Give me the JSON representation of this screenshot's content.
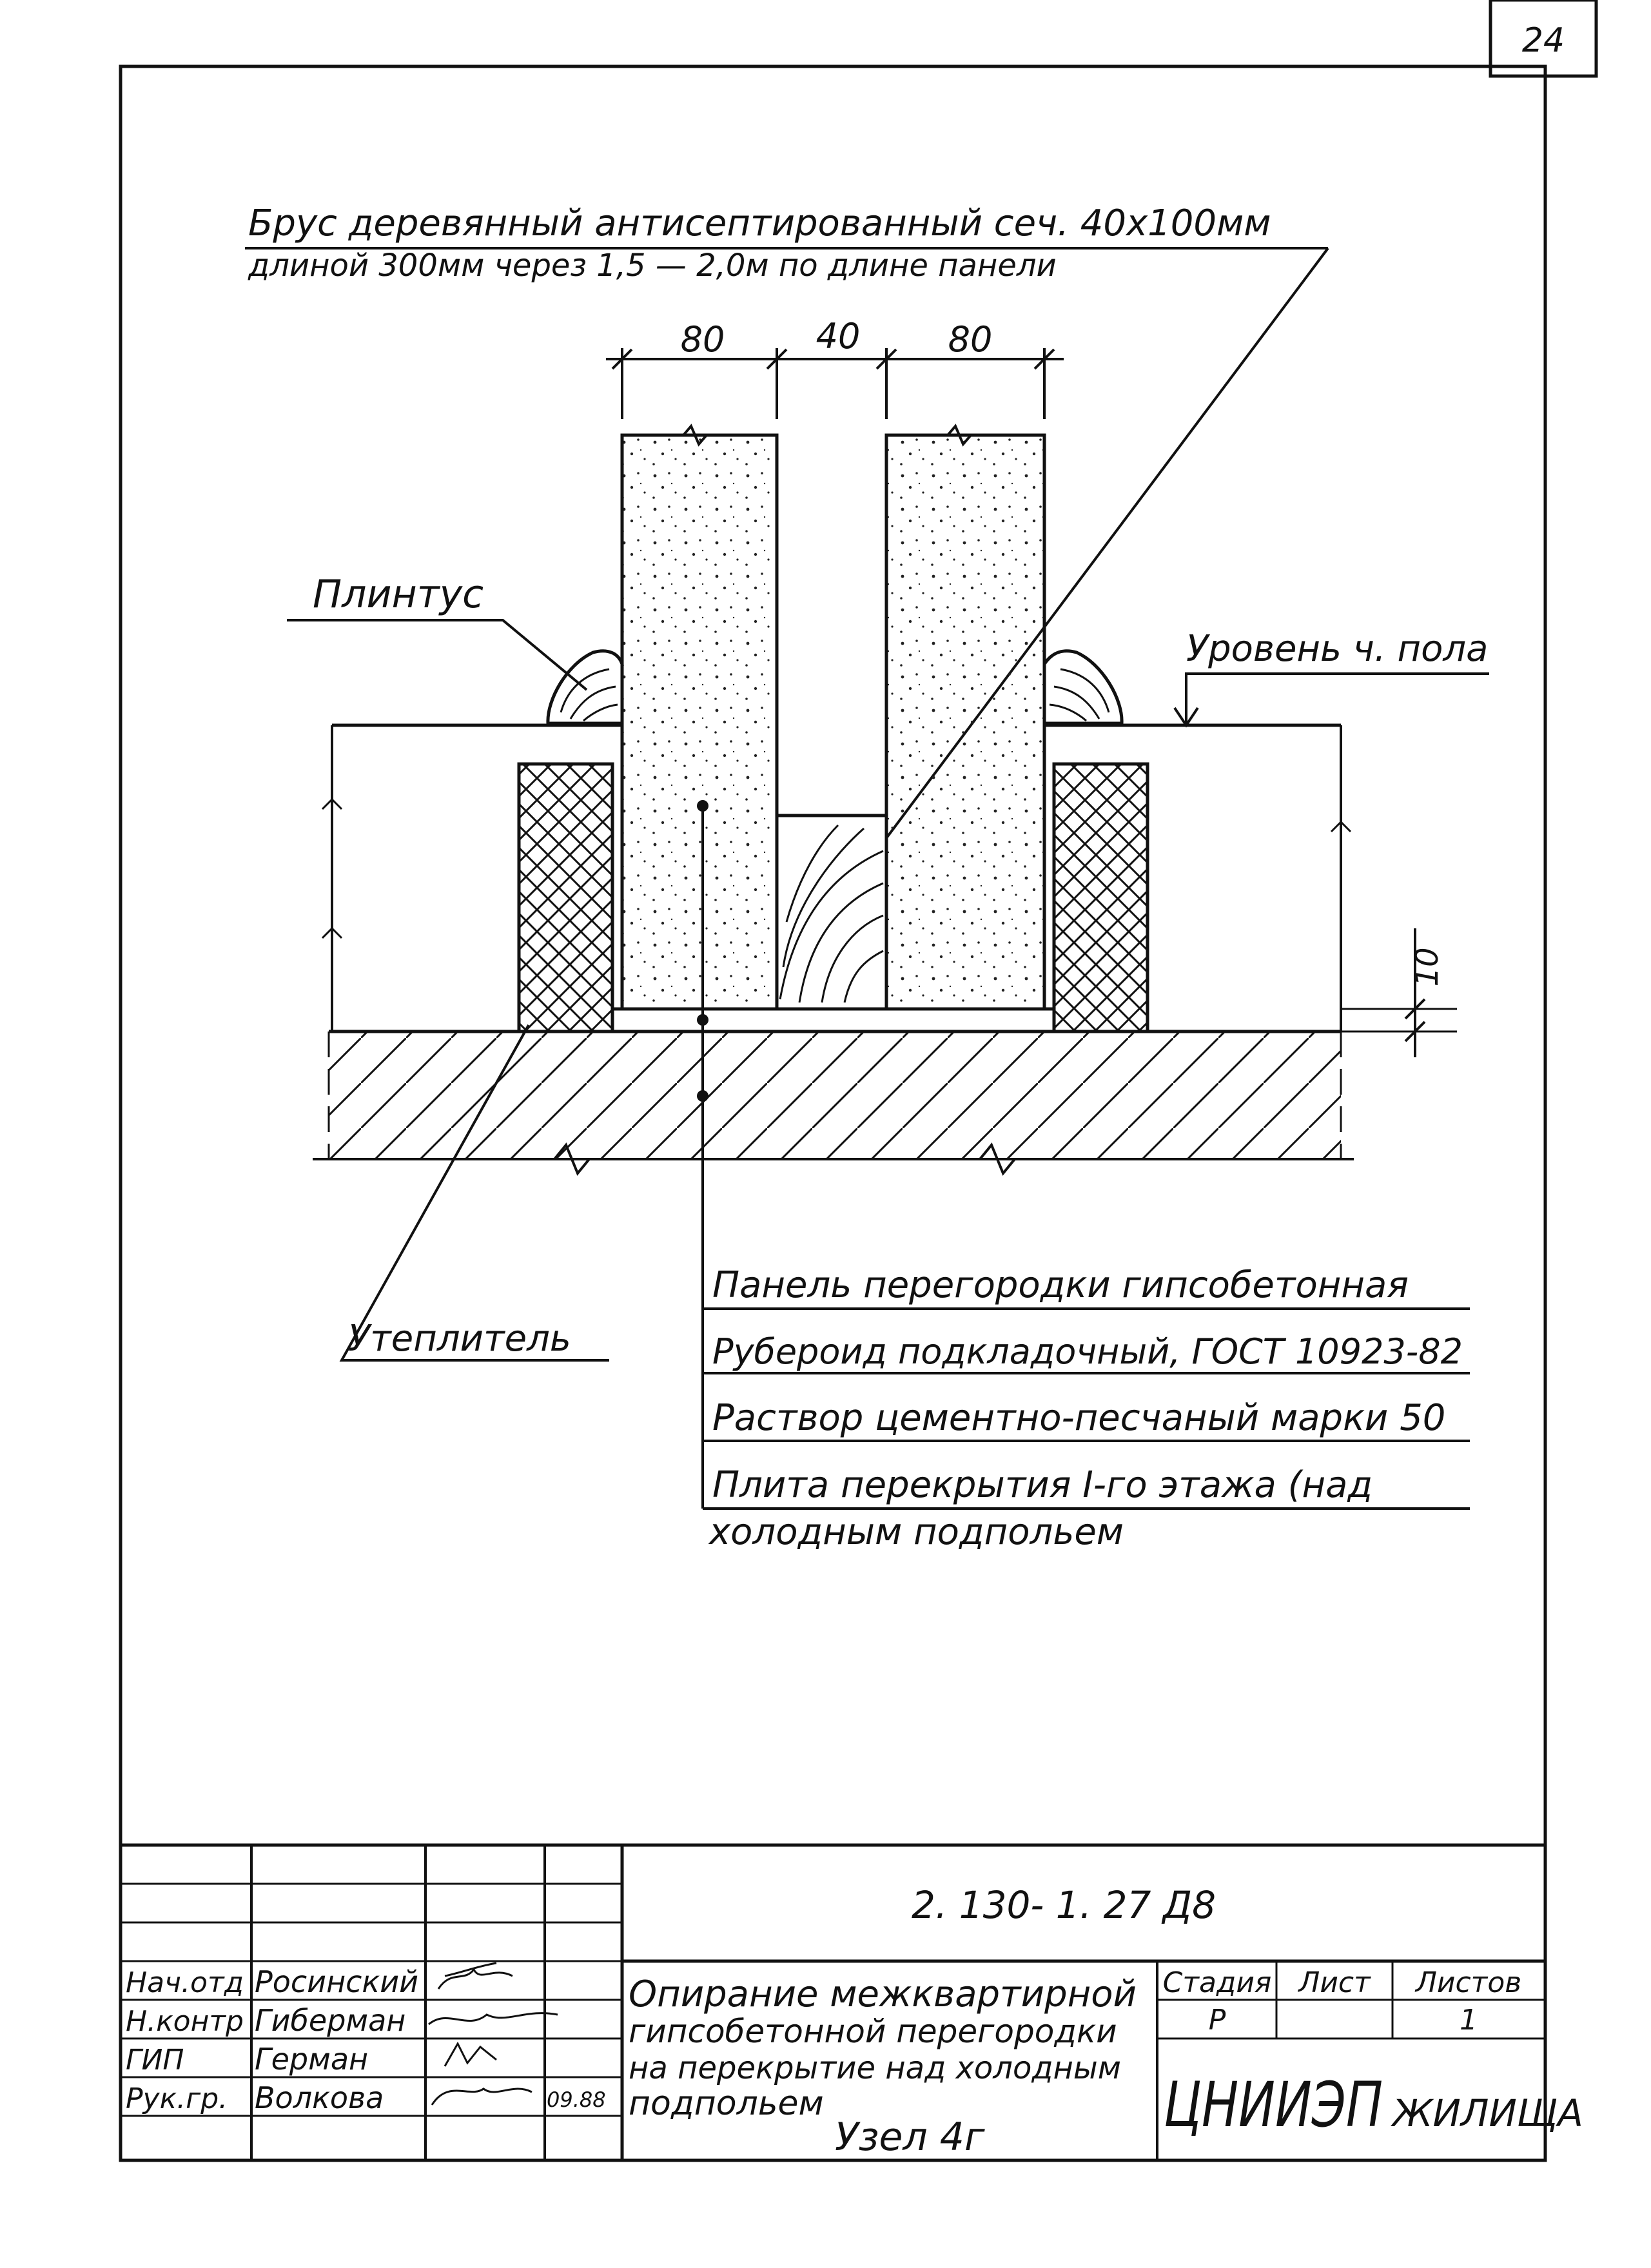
{
  "sheet": {
    "page_number": "24"
  },
  "callouts": {
    "beam_line1": "Брус деревянный антисептированный сеч. 40х100мм",
    "beam_line2": "длиной 300мм через 1,5 — 2,0м по длине панели",
    "plinth": "Плинтус",
    "floor_level": "Уровень ч. пола",
    "insulation": "Утеплитель"
  },
  "dimensions": {
    "d1": "80",
    "d2": "40",
    "d3": "80",
    "gap": "10"
  },
  "legend": [
    "Панель перегородки   гипсобетонная",
    "Рубероид подкладочный, ГОСТ 10923-82",
    "Раствор цементно-песчаный марки 50",
    "Плита перекрытия I-го этажа (над",
    "холодным подпольем"
  ],
  "title_block": {
    "doc_code": "2. 130- 1. 27  Д8",
    "roles": [
      "Нач.отд",
      "Н.контр",
      "ГИП",
      "Рук.гр."
    ],
    "names": [
      "Росинский",
      "Гиберман",
      "Герман",
      "Волкова"
    ],
    "date": "09.88",
    "title_lines": [
      "Опирание межквартирной",
      "гипсобетонной перегородки",
      "на перекрытие над холодным",
      "подпольем"
    ],
    "node": "Узел 4г",
    "stage_header": "Стадия",
    "sheet_header": "Лист",
    "sheets_header": "Листов",
    "stage_value": "Р",
    "sheet_value": "",
    "sheets_value": "1",
    "org_main": "ЦНИИЭП",
    "org_sub": "ЖИЛИЩА"
  }
}
